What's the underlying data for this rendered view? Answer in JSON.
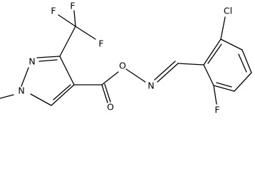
{
  "molecule": {
    "atom_labels": {
      "F_top": "F",
      "F_right": "F",
      "F_left": "F",
      "N_ring_upper": "N",
      "N_ring_methyl": "N",
      "O_ester_single": "O",
      "O_carbonyl": "O",
      "N_oxime": "N",
      "Cl": "Cl",
      "F_aryl": "F"
    }
  }
}
